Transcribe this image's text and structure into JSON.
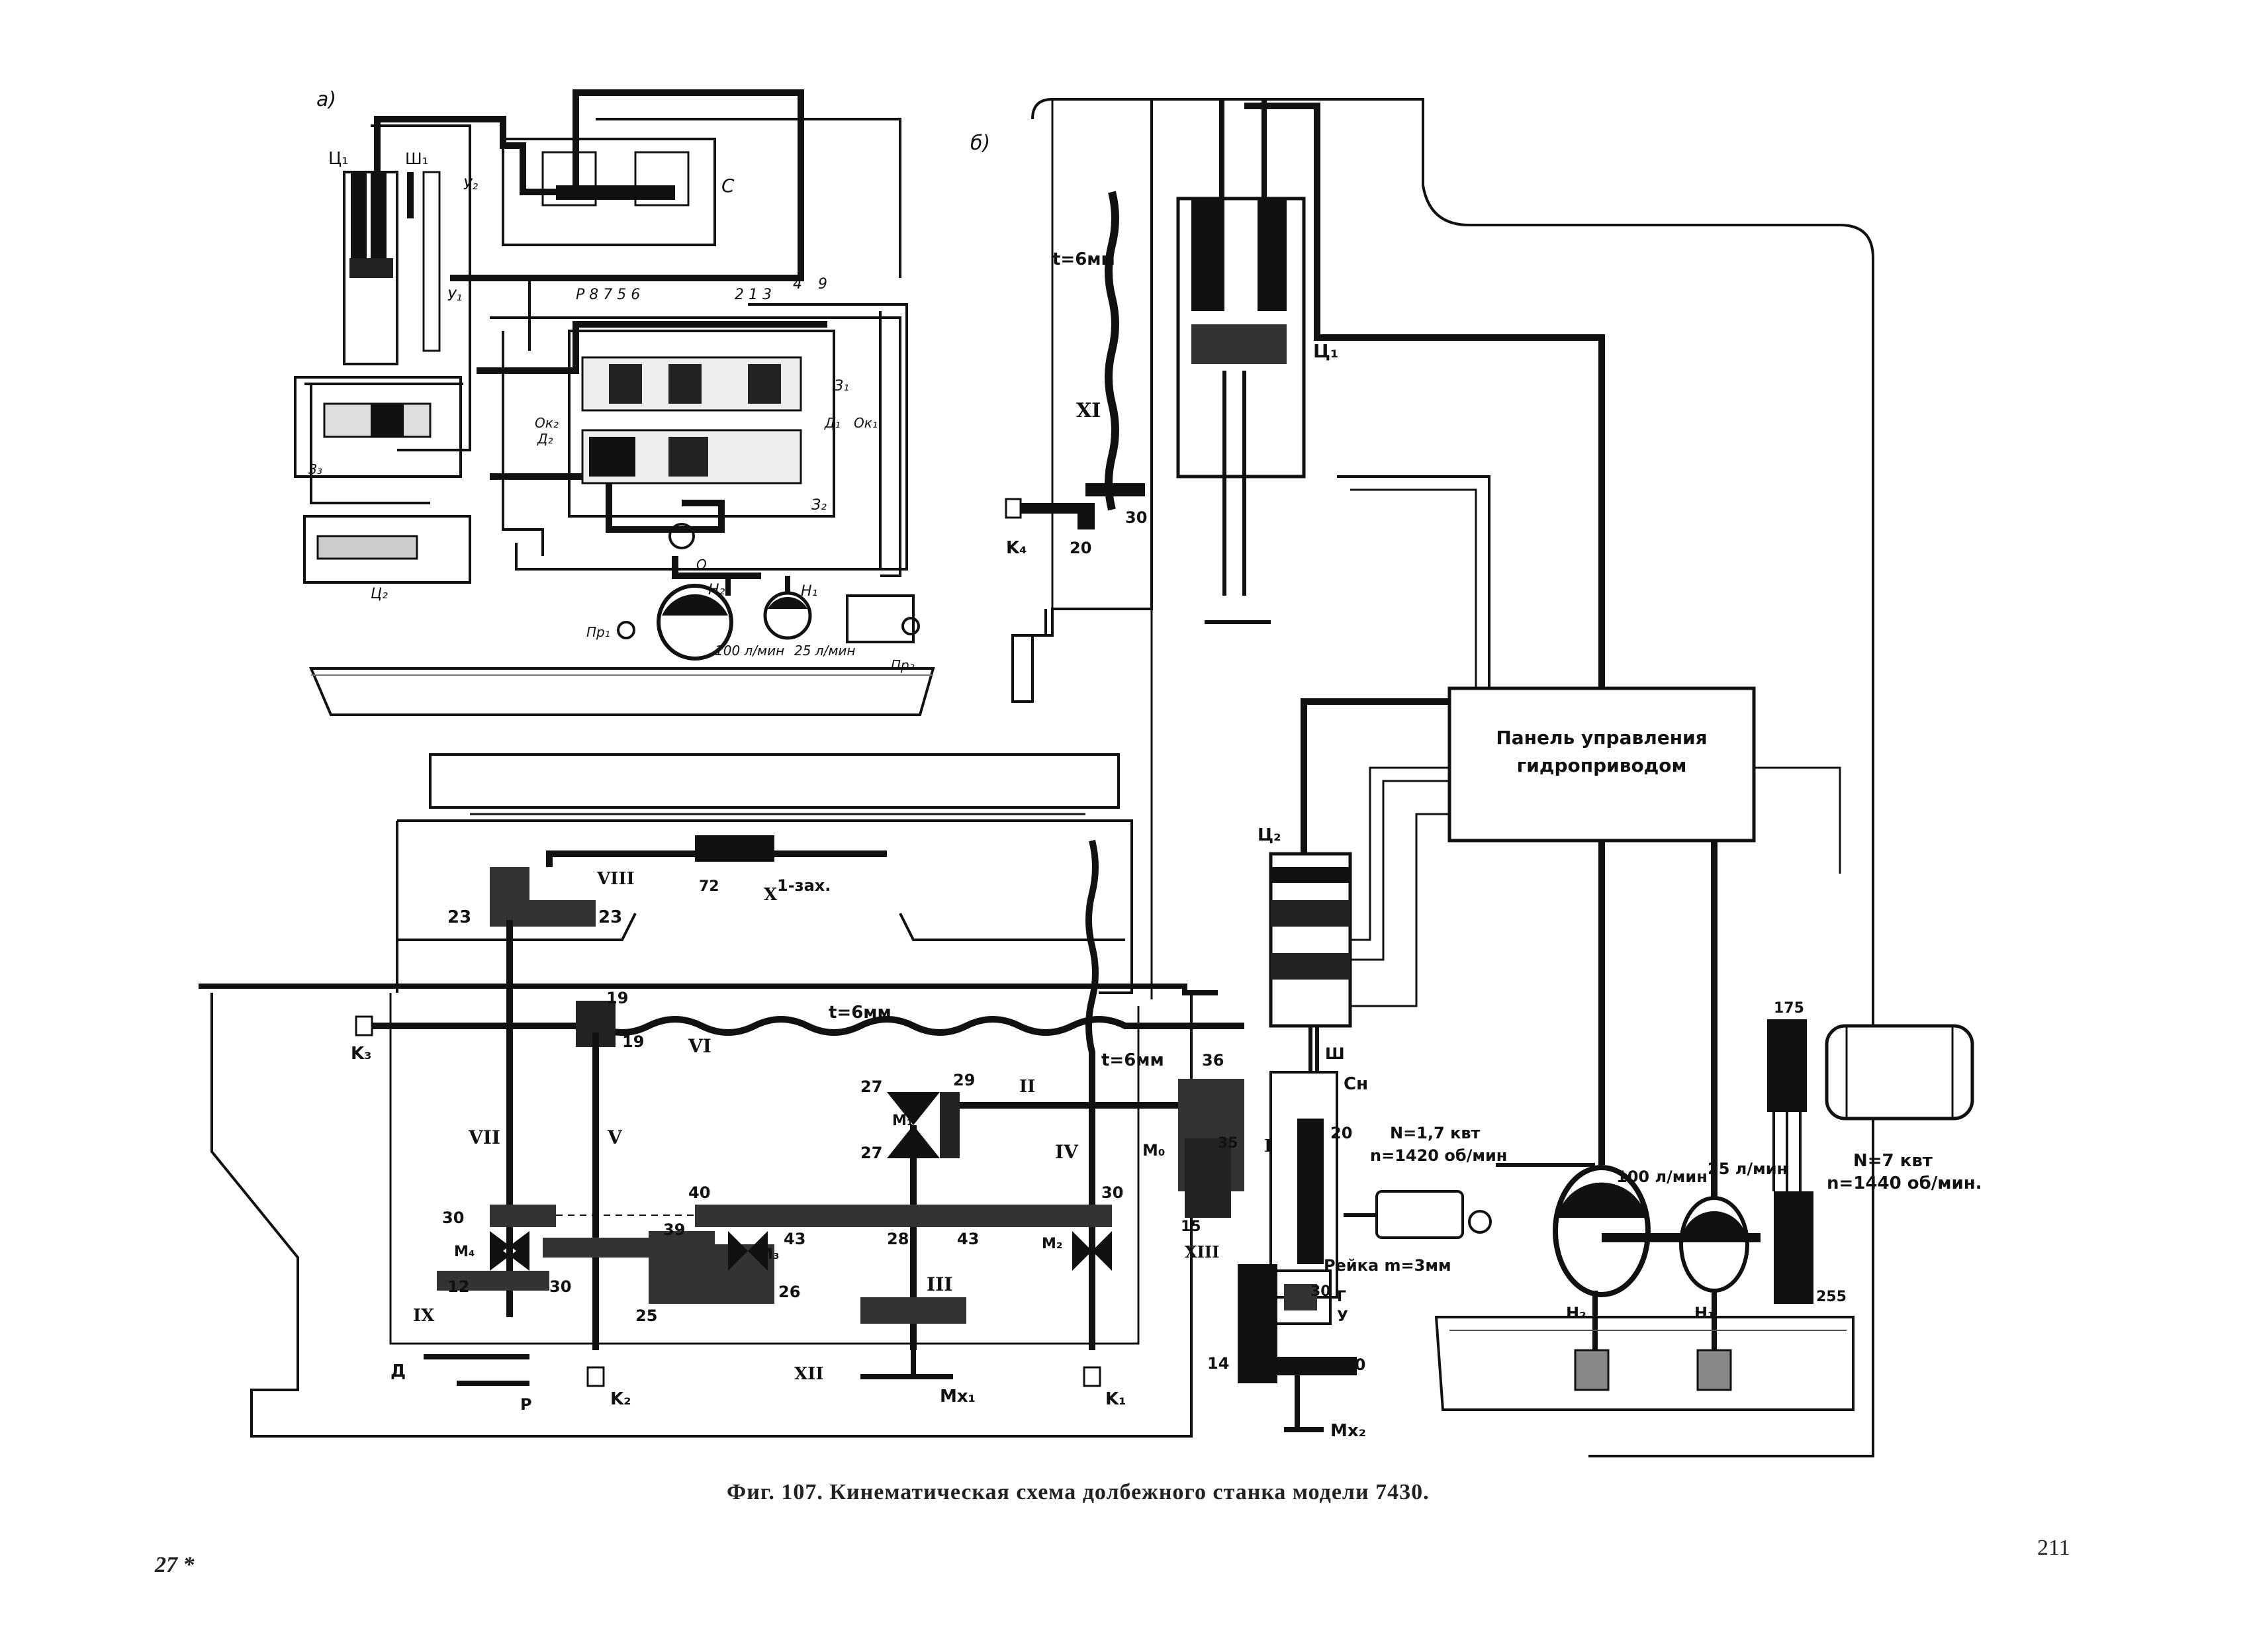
{
  "caption": "Фиг. 107. Кинематическая схема долбежного станка модели 7430.",
  "page_number": "211",
  "signature_mark": "27 *",
  "panel_a": {
    "label": "а)",
    "labels": {
      "c1": "Ц₁",
      "sh1": "Ш₁",
      "u2": "У₂",
      "c_box": "С",
      "u1": "У₁",
      "spool_numbers": "Р  8  7 5 6",
      "spool_numbers_2": "2 1 3",
      "n4": "4",
      "n9": "9",
      "z1": "З₁",
      "z2": "З₂",
      "z3": "З₃",
      "c2": "Ц₂",
      "ok2": "Ок₂",
      "ok1": "Ок₁",
      "d2": "Д₂",
      "d1": "Д₁",
      "o": "О",
      "h2": "Н₂",
      "h1": "Н₁",
      "pr1": "Пр₁",
      "pr2": "Пр₂",
      "flow100": "100 л/мин",
      "flow25": "25 л/мин"
    }
  },
  "panel_b": {
    "label": "б)",
    "labels": {
      "pitch": "t=6мм",
      "shaft_xi": "XI",
      "c1": "Ц₁",
      "k4": "K₄",
      "g20": "20",
      "g30": "30"
    }
  },
  "panel_main": {
    "control_panel": {
      "line1": "Панель управления",
      "line2": "гидроприводом"
    },
    "labels": {
      "c2": "Ц₂",
      "sh": "Ш",
      "sn": "Сн",
      "motor_small": {
        "power": "N=1,7 квт",
        "speed": "n=1420 об/мин"
      },
      "motor_big": {
        "power": "N=7 квт",
        "speed": "n=1440 об/мин."
      },
      "rack": "Рейка m=3мм",
      "flow100": "100 л/мин",
      "flow25": "25 л/мин",
      "h2": "Н₂",
      "h1": "Н₁",
      "d175": "175",
      "d255": "255",
      "pitch_top": "t=6мм",
      "pitch_side": "t=6мм",
      "worm": "1-зах.",
      "w72": "72",
      "shaft_viii": "VIII",
      "shaft_x": "X",
      "shaft_vi": "VI",
      "shaft_vii": "VII",
      "shaft_v": "V",
      "shaft_ii": "II",
      "shaft_iv": "IV",
      "shaft_iii": "III",
      "shaft_ix": "IX",
      "shaft_xii": "XII",
      "shaft_xiii": "XIII",
      "shaft_i": "I",
      "g23a": "23",
      "g23b": "23",
      "g19a": "19",
      "g19b": "19",
      "g27a": "27",
      "g27b": "27",
      "g29": "29",
      "g36": "36",
      "g35": "35",
      "g20": "20",
      "g30a": "30",
      "g30b": "30",
      "g40": "40",
      "g39": "39",
      "g43a": "43",
      "g43b": "43",
      "g28": "28",
      "g12": "12",
      "g30c": "30",
      "g25": "25",
      "g26": "26",
      "g15": "15",
      "g30d": "30",
      "g14": "14",
      "g30e": "30",
      "m1": "M₁",
      "m0": "M₀",
      "m2": "M₂",
      "m3": "M₃",
      "m4": "M₄",
      "k1": "K₁",
      "k2": "K₂",
      "k3": "K₃",
      "mx1": "Mx₁",
      "mx2": "Mx₂",
      "d": "Д",
      "r": "Р",
      "g": "Г",
      "u": "У"
    }
  }
}
